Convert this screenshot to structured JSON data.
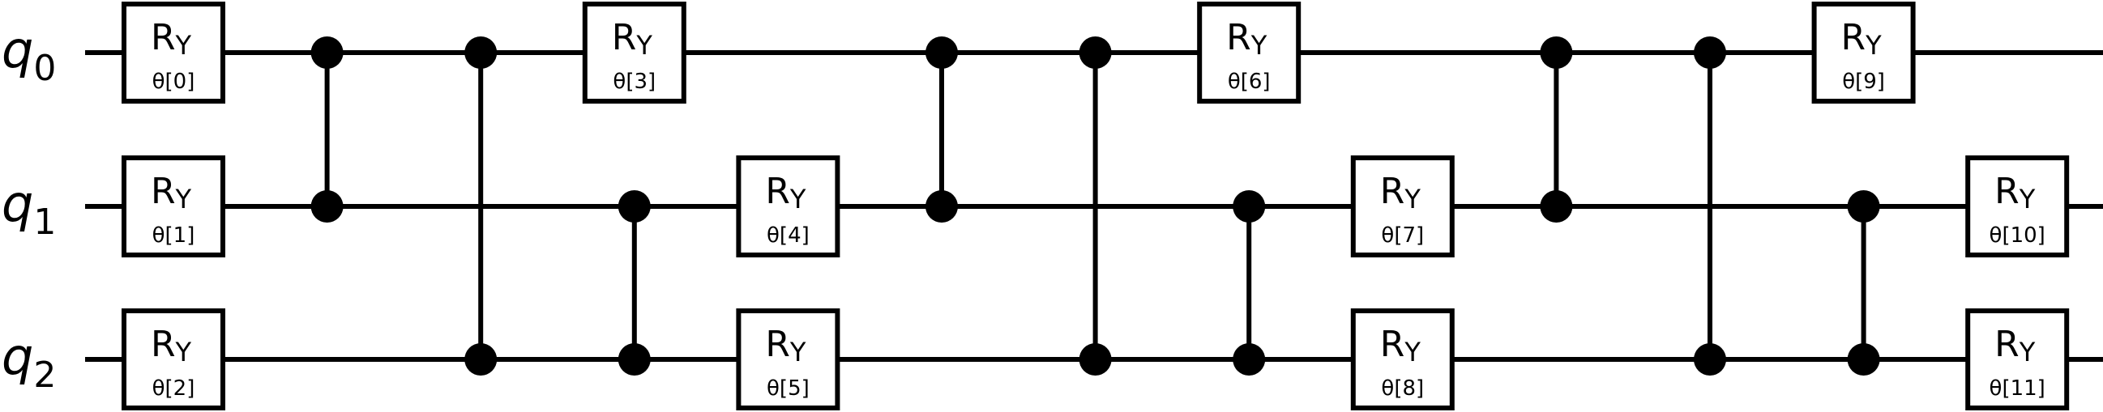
{
  "qubits": [
    {
      "letter": "q",
      "index": "0"
    },
    {
      "letter": "q",
      "index": "1"
    },
    {
      "letter": "q",
      "index": "2"
    }
  ],
  "gates": [
    {
      "qubit": 0,
      "step": 0,
      "name": "R",
      "sub": "Y",
      "param": "θ[0]"
    },
    {
      "qubit": 1,
      "step": 0,
      "name": "R",
      "sub": "Y",
      "param": "θ[1]"
    },
    {
      "qubit": 2,
      "step": 0,
      "name": "R",
      "sub": "Y",
      "param": "θ[2]"
    },
    {
      "qubit": 0,
      "step": 3,
      "name": "R",
      "sub": "Y",
      "param": "θ[3]"
    },
    {
      "qubit": 1,
      "step": 4,
      "name": "R",
      "sub": "Y",
      "param": "θ[4]"
    },
    {
      "qubit": 2,
      "step": 4,
      "name": "R",
      "sub": "Y",
      "param": "θ[5]"
    },
    {
      "qubit": 0,
      "step": 7,
      "name": "R",
      "sub": "Y",
      "param": "θ[6]"
    },
    {
      "qubit": 1,
      "step": 8,
      "name": "R",
      "sub": "Y",
      "param": "θ[7]"
    },
    {
      "qubit": 2,
      "step": 8,
      "name": "R",
      "sub": "Y",
      "param": "θ[8]"
    },
    {
      "qubit": 0,
      "step": 11,
      "name": "R",
      "sub": "Y",
      "param": "θ[9]"
    },
    {
      "qubit": 1,
      "step": 12,
      "name": "R",
      "sub": "Y",
      "param": "θ[10]"
    },
    {
      "qubit": 2,
      "step": 12,
      "name": "R",
      "sub": "Y",
      "param": "θ[11]"
    }
  ],
  "cz_gates": [
    {
      "step": 1,
      "qubits": [
        0,
        1
      ]
    },
    {
      "step": 2,
      "qubits": [
        0,
        2
      ]
    },
    {
      "step": 3,
      "qubits": [
        1,
        2
      ]
    },
    {
      "step": 5,
      "qubits": [
        0,
        1
      ]
    },
    {
      "step": 6,
      "qubits": [
        0,
        2
      ]
    },
    {
      "step": 7,
      "qubits": [
        1,
        2
      ]
    },
    {
      "step": 9,
      "qubits": [
        0,
        1
      ]
    },
    {
      "step": 10,
      "qubits": [
        0,
        2
      ]
    },
    {
      "step": 11,
      "qubits": [
        1,
        2
      ]
    }
  ]
}
